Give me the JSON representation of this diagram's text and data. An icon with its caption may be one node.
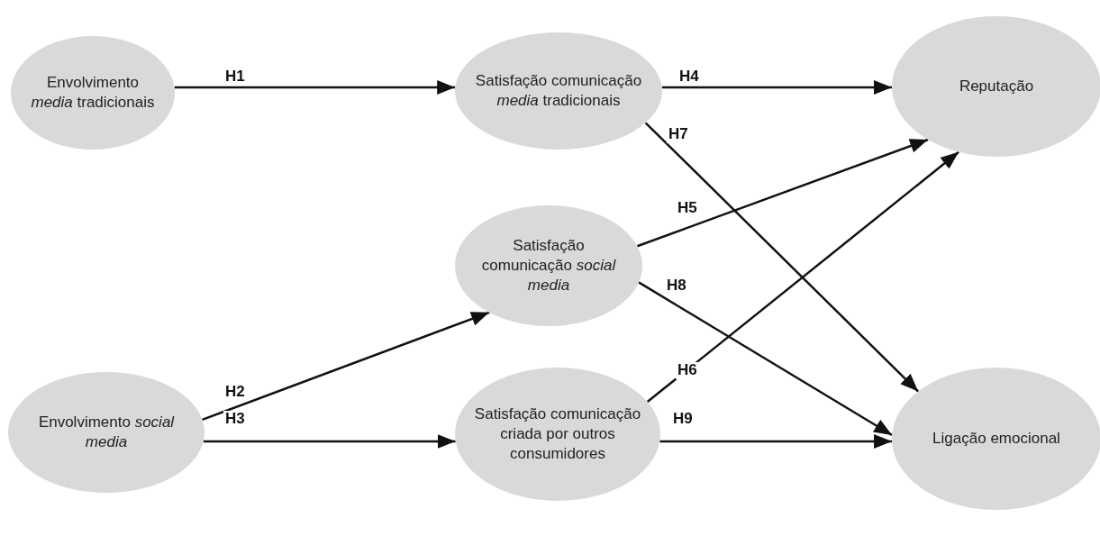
{
  "diagram": {
    "nodes": [
      {
        "text": [
          "Envolvimento *media* tradicionais"
        ]
      },
      {
        "text": [
          "Satisfação comunicação *media* tradicionais"
        ]
      },
      {
        "text": [
          "Reputação"
        ]
      },
      {
        "text": [
          "Satisfação comunicação *social media*"
        ]
      },
      {
        "text": [
          "Envolvimento *social media*"
        ]
      },
      {
        "text": [
          "Satisfação comunicação criada por outros consumidores"
        ]
      },
      {
        "text": [
          "Ligação emocional"
        ]
      }
    ],
    "edges": [
      {
        "from": 0,
        "to": 1,
        "arrow": "to",
        "label": "H1"
      },
      {
        "from": 4,
        "to": 3,
        "arrow": "to",
        "label": "H2"
      },
      {
        "from": 4,
        "to": 5,
        "arrow": "to",
        "label": "H3"
      },
      {
        "from": 1,
        "to": 2,
        "arrow": "to",
        "label": "H4"
      },
      {
        "from": 3,
        "to": 2,
        "arrow": "to",
        "label": "H5"
      },
      {
        "from": 5,
        "to": 2,
        "arrow": "to",
        "label": "H6"
      },
      {
        "from": 1,
        "to": 6,
        "arrow": "to",
        "label": "H7"
      },
      {
        "from": 3,
        "to": 6,
        "arrow": "to",
        "label": "H8"
      },
      {
        "from": 5,
        "to": 6,
        "arrow": "to",
        "label": "H9"
      }
    ]
  }
}
